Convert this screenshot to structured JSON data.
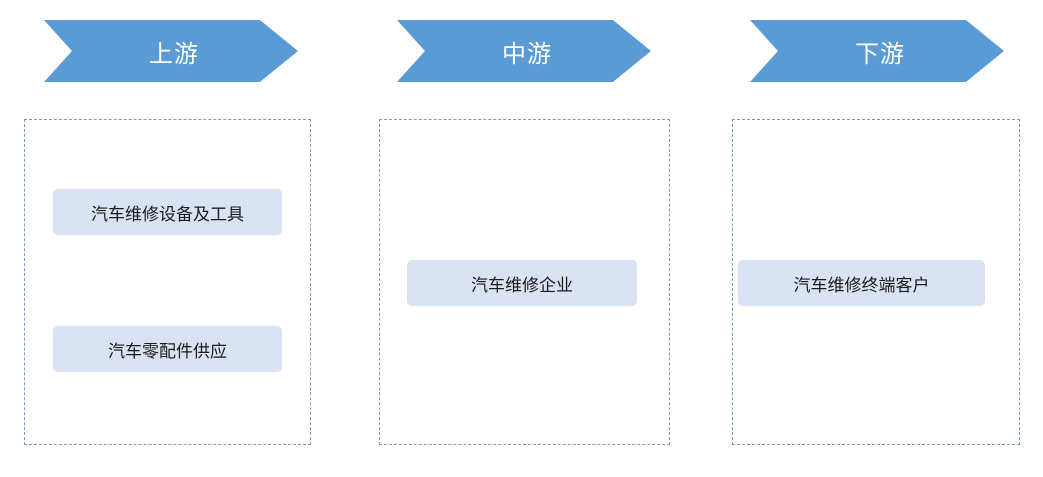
{
  "stages": [
    {
      "title": "上游",
      "items": [
        "汽车维修设备及工具",
        "汽车零配件供应"
      ]
    },
    {
      "title": "中游",
      "items": [
        "汽车维修企业"
      ]
    },
    {
      "title": "下游",
      "items": [
        "汽车维修终端客户"
      ]
    }
  ]
}
